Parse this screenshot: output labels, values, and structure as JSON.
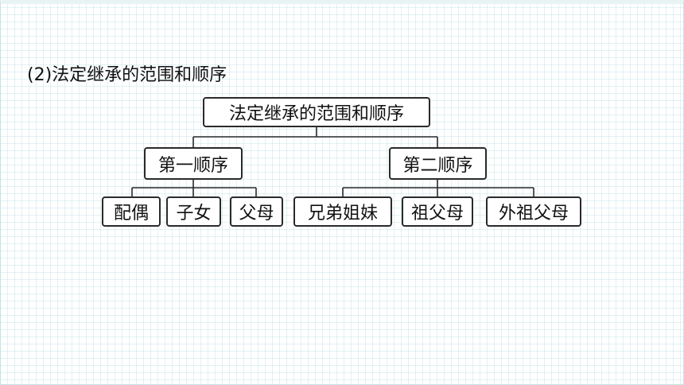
{
  "heading": "(2)法定继承的范围和顺序",
  "diagram": {
    "root": "法定继承的范围和顺序",
    "first_order": {
      "label": "第一顺序",
      "children": [
        "配偶",
        "子女",
        "父母"
      ]
    },
    "second_order": {
      "label": "第二顺序",
      "children": [
        "兄弟姐妹",
        "祖父母",
        "外祖父母"
      ]
    }
  },
  "colors": {
    "background": "#ffffff",
    "grid": "#afd7dc",
    "border": "#2a2a2a",
    "text": "#111111"
  }
}
